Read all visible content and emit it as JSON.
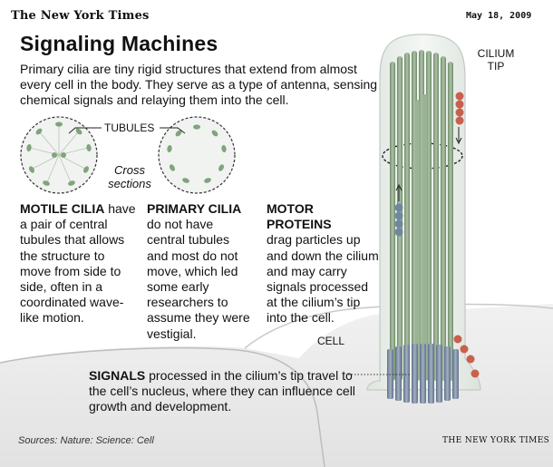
{
  "header": {
    "masthead": "The New York Times",
    "date": "May 18, 2009"
  },
  "title": "Signaling Machines",
  "intro": "Primary cilia are tiny rigid structures that extend from almost every cell in the body. They serve as a type of antenna, sensing chemical signals and relaying them into the cell.",
  "labels": {
    "cilium_tip": "CILIUM TIP",
    "tubules": "TUBULES",
    "cross_sections": "Cross sections",
    "cell": "CELL"
  },
  "columns": [
    {
      "heading": "MOTILE CILIA",
      "text": "have a pair of central tubules that allows the structure to move from side to side, often in a coordinated wave-like motion."
    },
    {
      "heading": "PRIMARY CILIA",
      "text": "do not have central tubules and most do not move, which led some early researchers to assume they were vestigial."
    },
    {
      "heading": "MOTOR PROTEINS",
      "text": "drag particles up and down the cilium and may carry signals processed at the cilium’s tip into the cell."
    }
  ],
  "signals": {
    "heading": "SIGNALS",
    "text": "processed in the cilium’s tip travel to the cell’s nucleus, where they can influence cell growth and development."
  },
  "footer": {
    "sources": "Sources: Nature: Science: Cell",
    "credit": "THE NEW YORK TIMES"
  },
  "colors": {
    "cilium_fill": "#e9eeea",
    "tubule": "#8fa889",
    "tubule_base": "#7f8fa6",
    "cell_fill": "#ececec",
    "particle_red": "#c8604c",
    "particle_blue": "#6f879f"
  }
}
